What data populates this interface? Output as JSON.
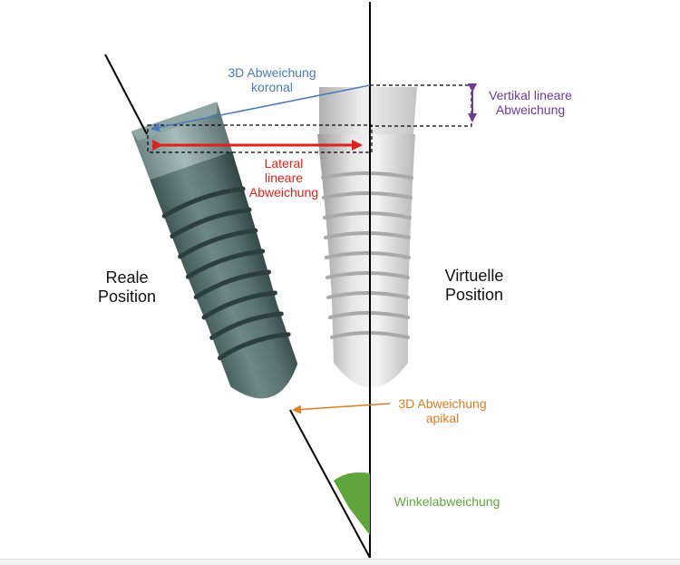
{
  "labels": {
    "koronal_line1": "3D Abweichung",
    "koronal_line2": "koronal",
    "vertikal_line1": "Vertikal lineare",
    "vertikal_line2": "Abweichung",
    "lateral_line1": "Lateral",
    "lateral_line2": "lineare",
    "lateral_line3": "Abweichung",
    "reale_line1": "Reale",
    "reale_line2": "Position",
    "virtuelle_line1": "Virtuelle",
    "virtuelle_line2": "Position",
    "apikal_line1": "3D Abweichung",
    "apikal_line2": "apikal",
    "winkel": "Winkelabweichung"
  },
  "colors": {
    "koronal": "#4a7ab8",
    "vertikal": "#6b3a9a",
    "lateral": "#e0201c",
    "apikal": "#e07b1e",
    "winkel": "#5fa53c",
    "real_implant": "#5c7573",
    "virtual_implant": "#d6d6d6"
  }
}
